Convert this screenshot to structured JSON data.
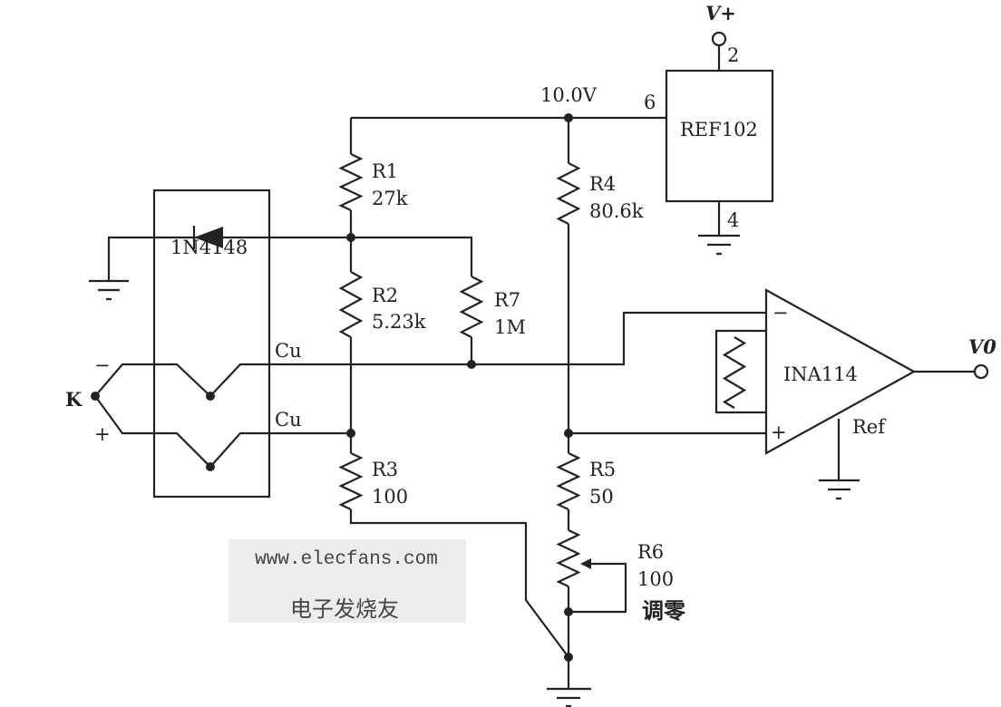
{
  "diagram": {
    "reference": {
      "name": "REF102",
      "voltage": "10.0V",
      "pin_out": "6",
      "pin_vplus": "2",
      "pin_gnd": "4",
      "supply": "V+"
    },
    "diode": {
      "name": "1N4148"
    },
    "thermocouple": {
      "type": "K",
      "minus": "−",
      "plus": "+",
      "wire_top": "Cu",
      "wire_bottom": "Cu"
    },
    "resistors": [
      {
        "name": "R1",
        "value": "27k"
      },
      {
        "name": "R2",
        "value": "5.23k"
      },
      {
        "name": "R3",
        "value": "100"
      },
      {
        "name": "R4",
        "value": "80.6k"
      },
      {
        "name": "R5",
        "value": "50"
      },
      {
        "name": "R6",
        "value": "100",
        "note": "调零"
      },
      {
        "name": "R7",
        "value": "1M"
      }
    ],
    "amplifier": {
      "name": "INA114",
      "minus": "−",
      "plus": "+",
      "ref": "Ref",
      "output": "V0"
    }
  },
  "watermark": {
    "url": "www.elecfans.com",
    "brand": "电子发烧友"
  }
}
